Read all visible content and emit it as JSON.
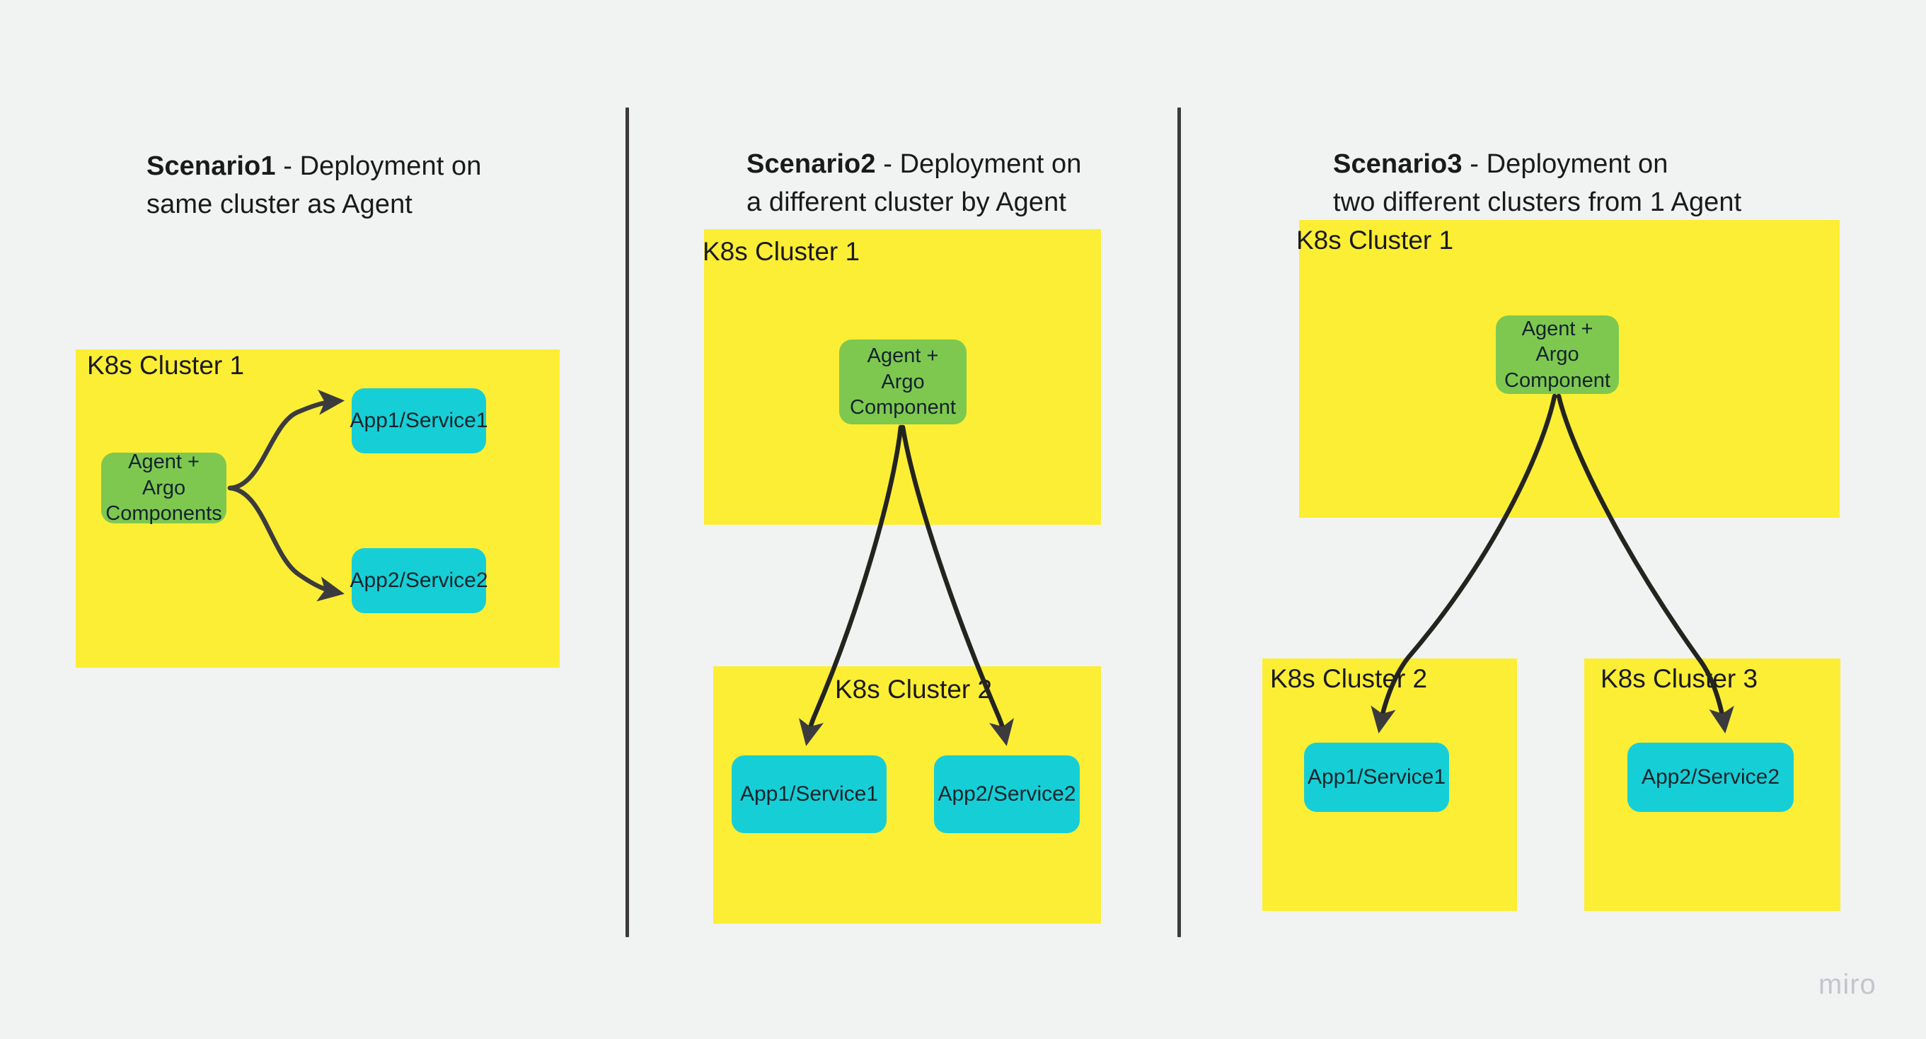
{
  "board": {
    "background_color": "#f1f2f2",
    "watermark": "miro"
  },
  "colors": {
    "cluster_yellow": "#fcee34",
    "agent_green": "#7ec850",
    "app_cyan": "#16cfd6",
    "arrow_dark": "#3b3b3d",
    "divider": "#3b3b3d",
    "text_dark": "#1a1a1a",
    "watermark_gray": "#c4c5cd"
  },
  "scenarios": [
    {
      "id": "scenario1",
      "title_strong": "Scenario1",
      "title_rest": " - Deployment on\nsame cluster as Agent",
      "clusters": [
        {
          "label": "K8s Cluster 1"
        }
      ],
      "nodes": [
        {
          "label": "Agent + Argo\nComponents",
          "kind": "agent"
        },
        {
          "label": "App1/Service1",
          "kind": "app"
        },
        {
          "label": "App2/Service2",
          "kind": "app"
        }
      ]
    },
    {
      "id": "scenario2",
      "title_strong": "Scenario2",
      "title_rest": " - Deployment on\na different cluster by Agent",
      "clusters": [
        {
          "label": "K8s Cluster 1"
        },
        {
          "label": "K8s Cluster 2"
        }
      ],
      "nodes": [
        {
          "label": "Agent +\nArgo\nComponent",
          "kind": "agent"
        },
        {
          "label": "App1/Service1",
          "kind": "app"
        },
        {
          "label": "App2/Service2",
          "kind": "app"
        }
      ]
    },
    {
      "id": "scenario3",
      "title_strong": "Scenario3",
      "title_rest": " - Deployment on\ntwo different clusters from 1 Agent",
      "clusters": [
        {
          "label": "K8s Cluster 1"
        },
        {
          "label": "K8s Cluster 2"
        },
        {
          "label": "K8s Cluster 3"
        }
      ],
      "nodes": [
        {
          "label": "Agent +\nArgo\nComponent",
          "kind": "agent"
        },
        {
          "label": "App1/Service1",
          "kind": "app"
        },
        {
          "label": "App2/Service2",
          "kind": "app"
        }
      ]
    }
  ]
}
